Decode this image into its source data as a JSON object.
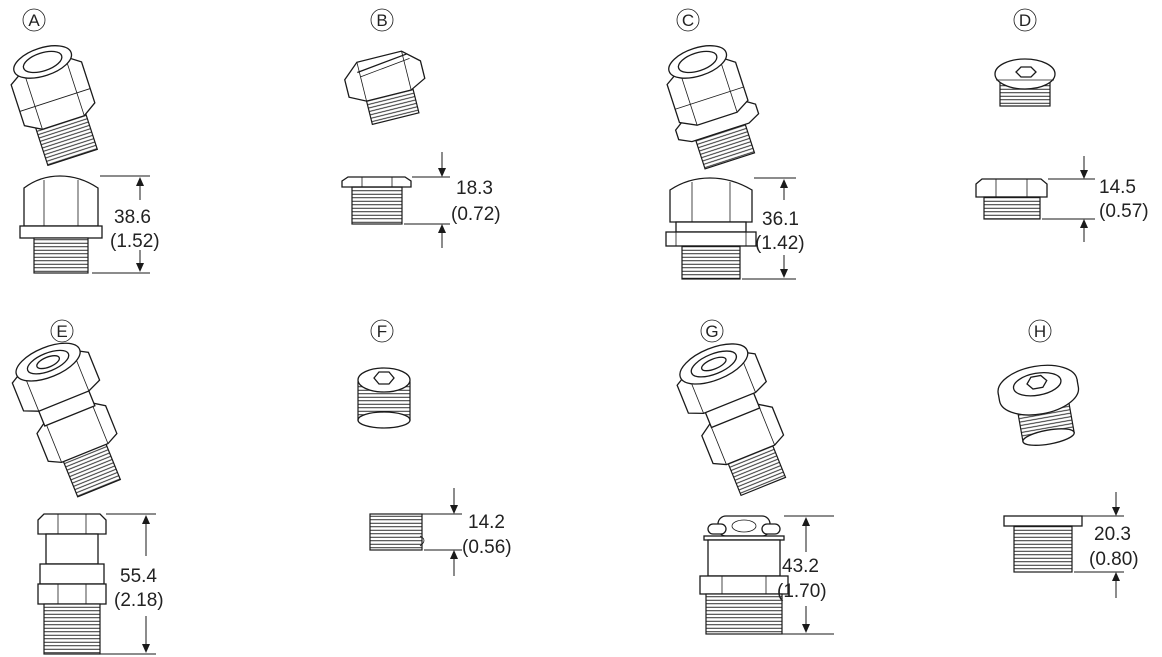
{
  "parts": [
    {
      "letter": "A",
      "mm": "38.6",
      "inch": "(1.52)"
    },
    {
      "letter": "B",
      "mm": "18.3",
      "inch": "(0.72)"
    },
    {
      "letter": "C",
      "mm": "36.1",
      "inch": "(1.42)"
    },
    {
      "letter": "D",
      "mm": "14.5",
      "inch": "(0.57)"
    },
    {
      "letter": "E",
      "mm": "55.4",
      "inch": "(2.18)"
    },
    {
      "letter": "F",
      "mm": "14.2",
      "inch": "(0.56)"
    },
    {
      "letter": "G",
      "mm": "43.2",
      "inch": "(1.70)"
    },
    {
      "letter": "H",
      "mm": "20.3",
      "inch": "(0.80)"
    }
  ]
}
